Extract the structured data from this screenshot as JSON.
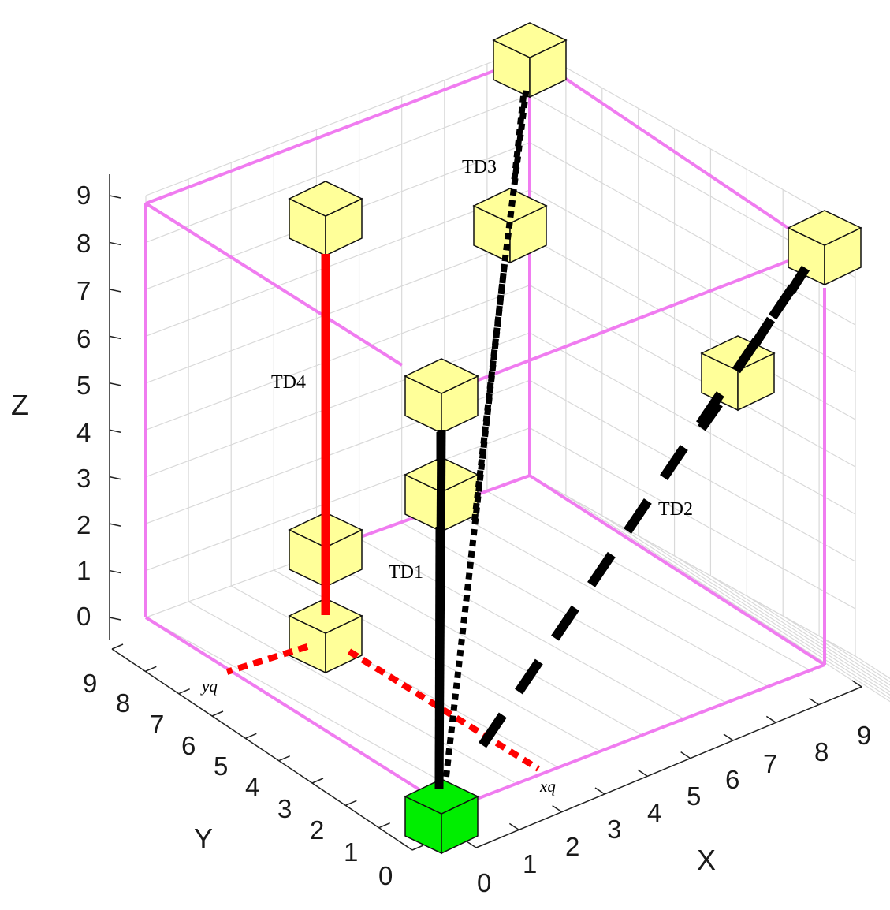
{
  "axes": {
    "x": {
      "title": "X",
      "ticks": [
        "0",
        "1",
        "2",
        "3",
        "4",
        "5",
        "6",
        "7",
        "8",
        "9"
      ]
    },
    "y": {
      "title": "Y",
      "ticks": [
        "0",
        "1",
        "2",
        "3",
        "4",
        "5",
        "6",
        "7",
        "8",
        "9"
      ]
    },
    "z": {
      "title": "Z",
      "ticks": [
        "0",
        "1",
        "2",
        "3",
        "4",
        "5",
        "6",
        "7",
        "8",
        "9"
      ]
    }
  },
  "grid": true,
  "colors": {
    "boundary": "#f07cf0",
    "node_fill": "#ffff99",
    "origin_fill": "#00ee00",
    "td1": "#000000",
    "td2": "#000000",
    "td3": "#000000",
    "td4": "#ff0000",
    "projection": "#ff0000"
  },
  "paths": [
    {
      "label": "TD1",
      "style": "solid"
    },
    {
      "label": "TD2",
      "style": "dashed"
    },
    {
      "label": "TD3",
      "style": "dotted"
    },
    {
      "label": "TD4",
      "style": "solid"
    }
  ],
  "projection_labels": {
    "x": "xq",
    "y": "yq"
  }
}
